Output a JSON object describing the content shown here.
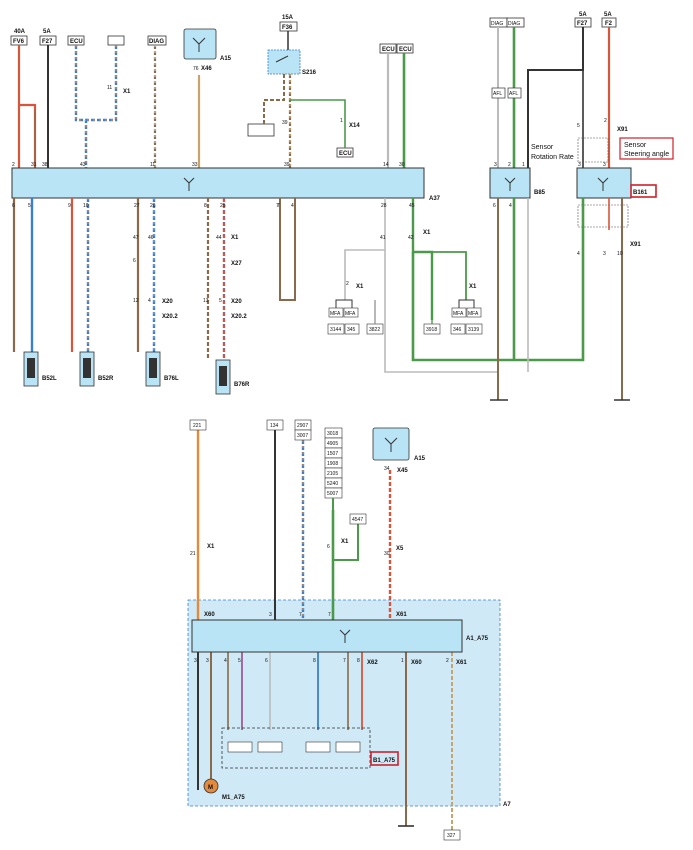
{
  "colors": {
    "ecu_fill": "#b8e4f5",
    "ecu_stroke": "#3a3a3a",
    "wire_red": "#d9553a",
    "wire_brown": "#8a6a4a",
    "wire_black": "#333333",
    "wire_blue": "#3a7fd0",
    "wire_green": "#4a9a4a",
    "wire_orange": "#e58a3a",
    "wire_white": "#bbbbbb",
    "wire_tan": "#c8a46a",
    "highlight_red": "#d0202a",
    "lower_panel": "#cfe9f6"
  },
  "fuses": {
    "fv6": {
      "amp": "40A",
      "name": "FV6"
    },
    "f27a": {
      "amp": "5A",
      "name": "F27"
    },
    "f36": {
      "amp": "15A",
      "name": "F36"
    },
    "f27b": {
      "amp": "5A",
      "name": "F27"
    },
    "f2": {
      "amp": "5A",
      "name": "F2"
    }
  },
  "tags": {
    "ecu1": "ECU",
    "diag1": "DIAG",
    "ecu2": "ECU",
    "ecu3": "ECU",
    "ecu4": "ECU",
    "diag2": "DIAG",
    "diag3": "DIAG",
    "afl1": "AFL",
    "afl2": "AFL"
  },
  "modules": {
    "a15_top": "A15",
    "x46": "X46",
    "s216": "S216",
    "x14": "X14",
    "a37": "A37",
    "b85": "B85",
    "b161": "B161",
    "x91_top": "X91",
    "x91_bot": "X91",
    "x1_a": "X1",
    "x1_b": "X1",
    "x1_c": "X1",
    "x1_d": "X1",
    "x1_e": "X1",
    "x27": "X27",
    "x20_a": "X20",
    "x202_a": "X20.2",
    "x20_b": "X20",
    "x202_b": "X20.2",
    "b52l": "B52L",
    "b52r": "B52R",
    "b76l": "B76L",
    "b76r": "B76R"
  },
  "annotations": {
    "rotation": [
      "Sensor",
      "Rotation Rate"
    ],
    "steering": [
      "Sensor",
      "Steering angle"
    ]
  },
  "pins_a37_top": [
    "2",
    "31",
    "38",
    "43",
    "11",
    "33",
    "39",
    "14",
    "30"
  ],
  "pins_a37_bottom": [
    "6",
    "5",
    "9",
    "10",
    "27",
    "26",
    "8",
    "25",
    "7",
    "4",
    "28",
    "45"
  ],
  "pins_misc": [
    "76",
    "39",
    "11",
    "1",
    "47",
    "46",
    "6",
    "44",
    "12",
    "4",
    "13",
    "5",
    "41",
    "42",
    "3",
    "2",
    "1",
    "3",
    "6",
    "4",
    "5",
    "2",
    "3",
    "4",
    "3",
    "10",
    "2",
    "7"
  ],
  "refs_upper": [
    "3144",
    "345",
    "3822",
    "3918",
    "346",
    "3139"
  ],
  "mfa_labels": [
    "MFA",
    "MFA",
    "MFA",
    "MFA"
  ],
  "lower": {
    "ref_left": "221",
    "ref_mid": "134",
    "ref_pair": [
      "2907",
      "3007"
    ],
    "ref_stack": [
      "3018",
      "4905",
      "1507",
      "1908",
      "2105",
      "5240",
      "5007"
    ],
    "ref_side": "4547",
    "ref_bottom": "327",
    "a15": "A15",
    "x45": "X45",
    "x1_left": "X1",
    "x1_green": "X1",
    "x5": "X5",
    "x60_left": "X60",
    "x61_top": "X61",
    "module": "A1_A75",
    "x62": "X62",
    "x60_right": "X60",
    "x61_right": "X61",
    "sensor": "B1_A75",
    "motor": "M1_A75",
    "motor_symbol": "M",
    "outer": "A7",
    "pins": [
      "21",
      "3",
      "7",
      "34",
      "30",
      "7",
      "3",
      "6",
      "8",
      "1",
      "2",
      "3",
      "4",
      "5",
      "6",
      "7",
      "8"
    ]
  }
}
